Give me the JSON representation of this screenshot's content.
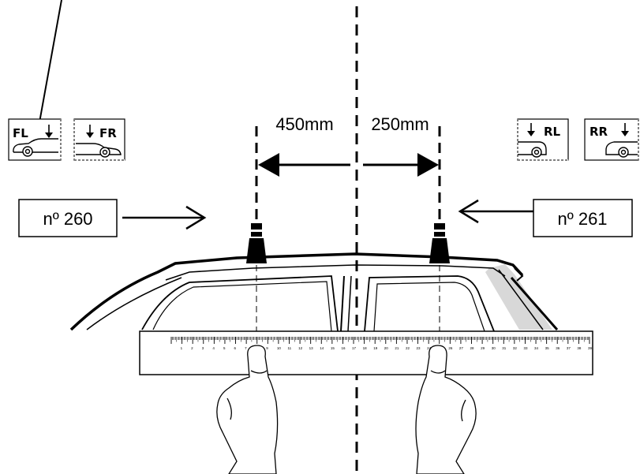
{
  "measurements": {
    "front_distance": "450mm",
    "rear_distance": "250mm"
  },
  "parts": {
    "front_part": "nº 260",
    "rear_part": "nº 261"
  },
  "position_tags": {
    "front_left": "FL",
    "front_right": "FR",
    "rear_left": "RL",
    "rear_right": "RR"
  },
  "ruler": {
    "numbers": [
      "1",
      "2",
      "3",
      "4",
      "5",
      "6",
      "7",
      "8",
      "9",
      "10",
      "11",
      "12",
      "13",
      "14",
      "15",
      "16",
      "17",
      "18",
      "19",
      "20",
      "21",
      "22",
      "23",
      "24",
      "25",
      "26",
      "27",
      "28",
      "29",
      "30",
      "31",
      "32",
      "33",
      "34",
      "35",
      "36",
      "37",
      "38",
      "39"
    ]
  }
}
